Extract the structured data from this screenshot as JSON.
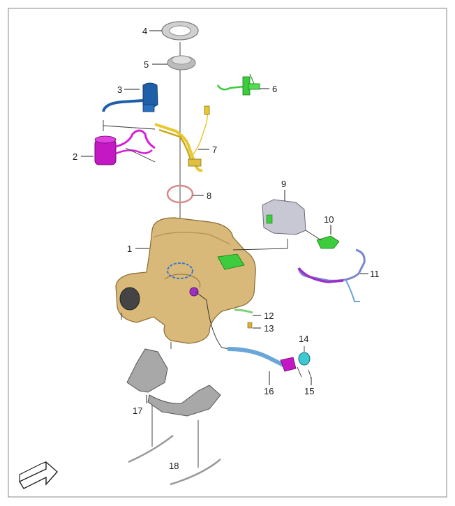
{
  "diagram": {
    "callouts": [
      "1",
      "2",
      "3",
      "4",
      "5",
      "6",
      "7",
      "8",
      "9",
      "10",
      "11",
      "12",
      "13",
      "14",
      "15",
      "16",
      "17",
      "18"
    ],
    "colors": {
      "tank": "#d9b97a",
      "tank_dark": "#9c7a3e",
      "pump": "#d81ed8",
      "filter": "#1f5fa8",
      "sensor": "#3ccc3c",
      "line7": "#e8c830",
      "gasket": "#d88a8a",
      "bracket": "#c8c8d4",
      "filler": "#6aa6d8",
      "cap": "#40c8d0",
      "shield": "#a8a8a8"
    },
    "icons": [
      "direction-arrow-icon"
    ]
  }
}
